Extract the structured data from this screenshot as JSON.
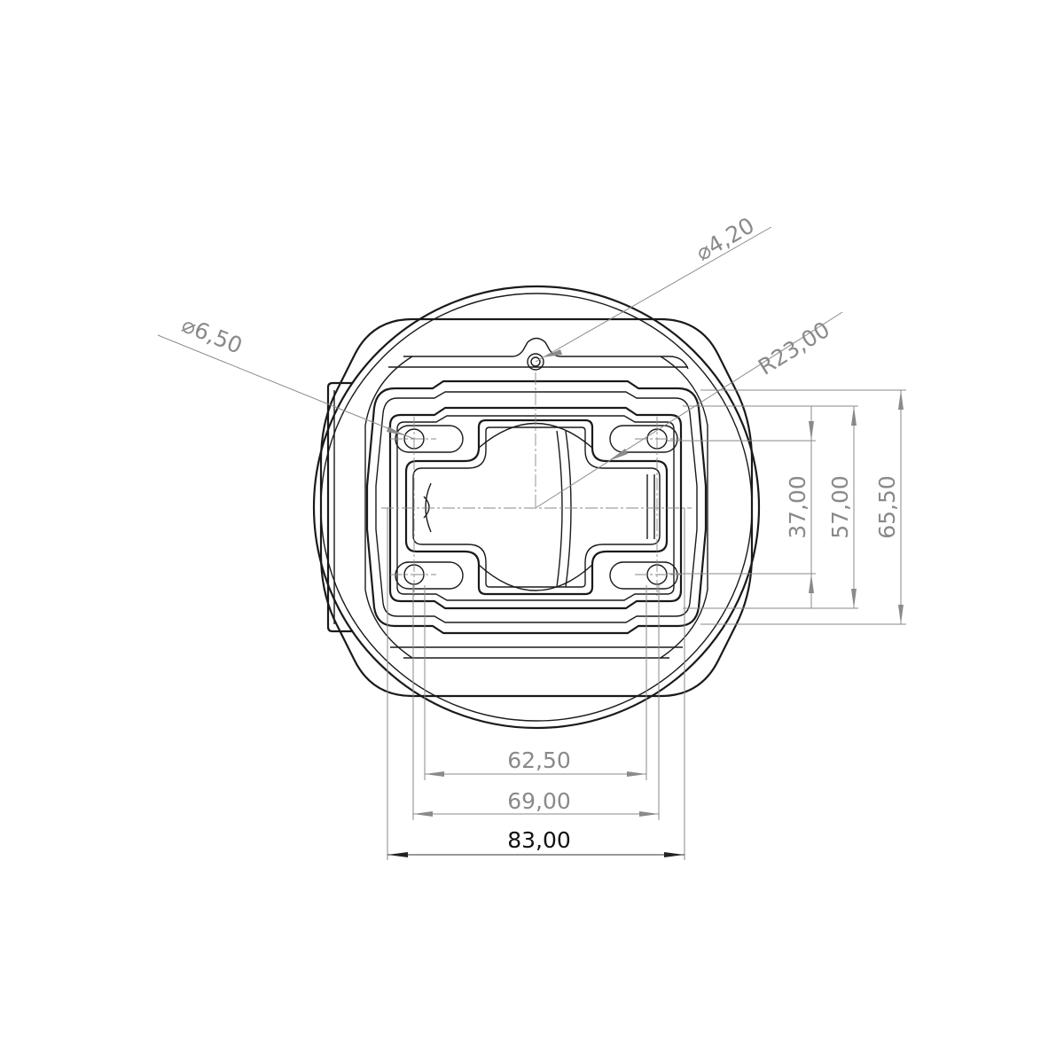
{
  "dimensions": {
    "overall_width": "83,00",
    "flange_width": "69,00",
    "hole_spacing_x": "62,50",
    "hole_spacing_y": "37,00",
    "flange_height": "57,00",
    "overall_height": "65,50",
    "radius_label": "R23,00",
    "small_hole_label": "4,20",
    "mount_hole_label": "6,50"
  },
  "symbols": {
    "diameter": "⌀"
  },
  "colors": {
    "part_stroke": "#1a1a1a",
    "dimension_stroke": "#8a8a8a",
    "primary_dimension_text": "#111111",
    "background": "#ffffff"
  }
}
